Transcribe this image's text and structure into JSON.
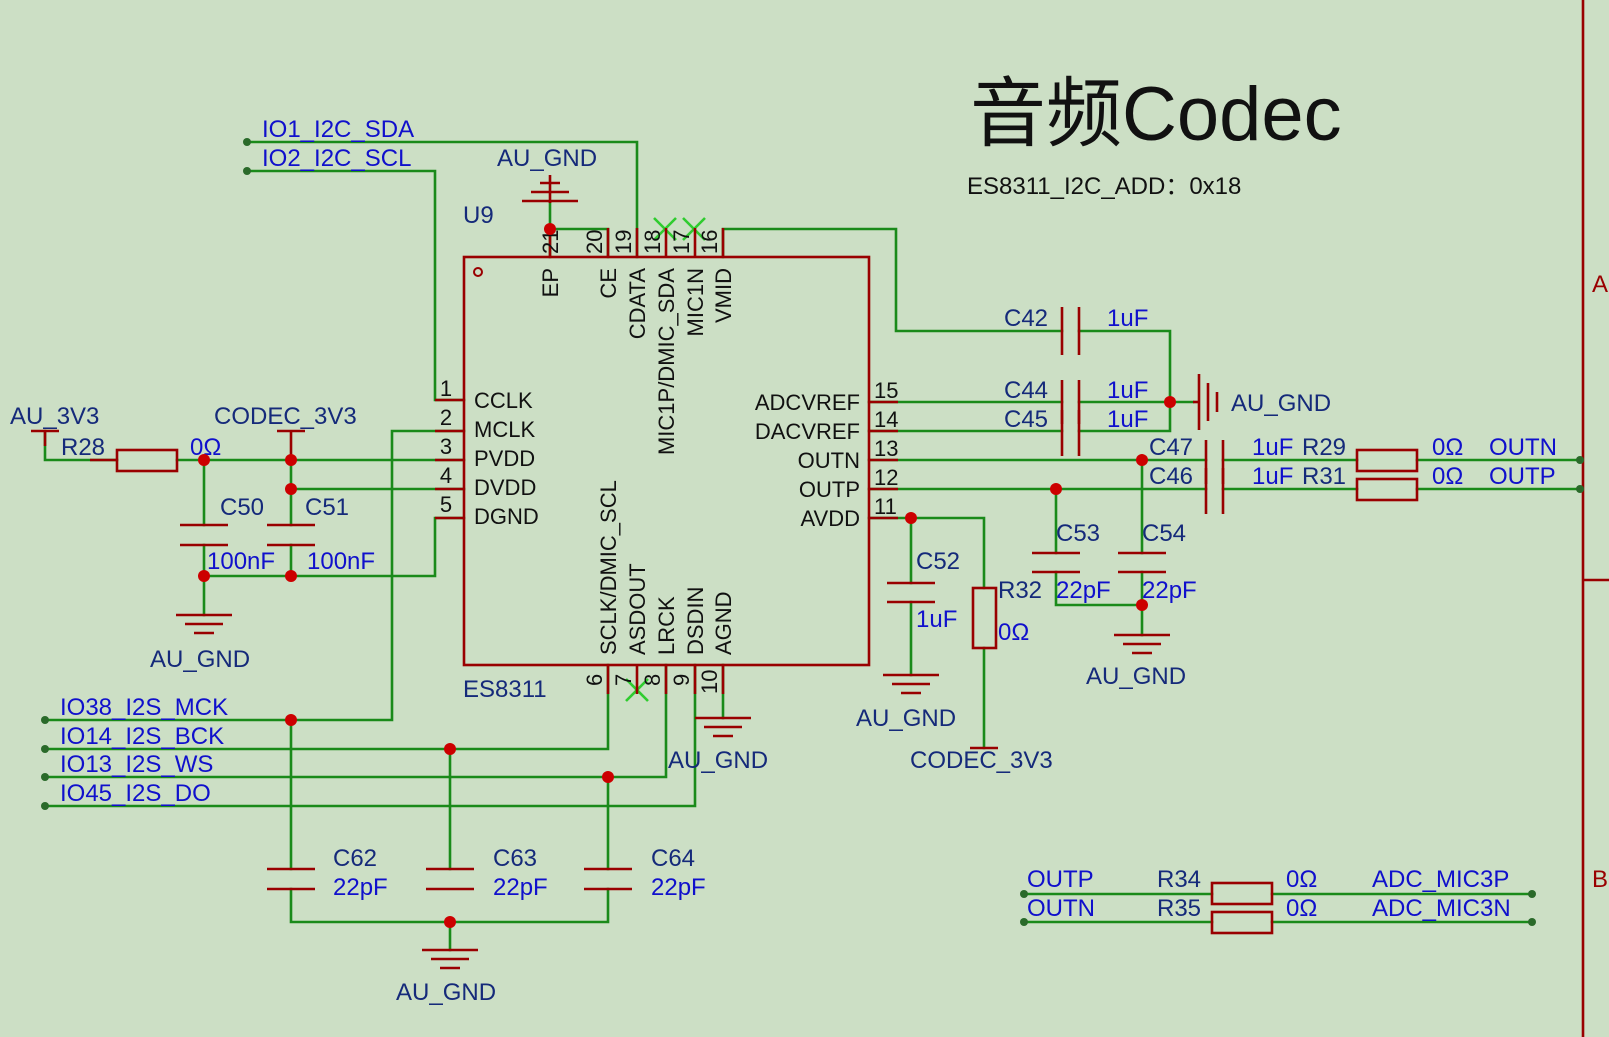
{
  "title": "音频Codec",
  "i2c_addr": "ES8311_I2C_ADD：0x18",
  "chip": {
    "ref": "U9",
    "part": "ES8311",
    "left_pins": [
      {
        "num": "1",
        "name": "CCLK"
      },
      {
        "num": "2",
        "name": "MCLK"
      },
      {
        "num": "3",
        "name": "PVDD"
      },
      {
        "num": "4",
        "name": "DVDD"
      },
      {
        "num": "5",
        "name": "DGND"
      }
    ],
    "right_pins": [
      {
        "num": "15",
        "name": "ADCVREF"
      },
      {
        "num": "14",
        "name": "DACVREF"
      },
      {
        "num": "13",
        "name": "OUTN"
      },
      {
        "num": "12",
        "name": "OUTP"
      },
      {
        "num": "11",
        "name": "AVDD"
      }
    ],
    "top_pins": [
      {
        "num": "21",
        "name": "EP"
      },
      {
        "num": "20",
        "name": "CE"
      },
      {
        "num": "19",
        "name": "CDATA"
      },
      {
        "num": "18",
        "name": "MIC1P/DMIC_SDA"
      },
      {
        "num": "17",
        "name": "MIC1N"
      },
      {
        "num": "16",
        "name": "VMID"
      }
    ],
    "bottom_pins": [
      {
        "num": "6",
        "name": "SCLK/DMIC_SCL"
      },
      {
        "num": "7",
        "name": "ASDOUT"
      },
      {
        "num": "8",
        "name": "LRCK"
      },
      {
        "num": "9",
        "name": "DSDIN"
      },
      {
        "num": "10",
        "name": "AGND"
      }
    ]
  },
  "nets": {
    "sda": "IO1_I2C_SDA",
    "scl": "IO2_I2C_SCL",
    "mck": "IO38_I2S_MCK",
    "bck": "IO14_I2S_BCK",
    "ws": "IO13_I2S_WS",
    "do": "IO45_I2S_DO",
    "au3v3": "AU_3V3",
    "codec3v3_top": "CODEC_3V3",
    "codec3v3_bottom": "CODEC_3V3",
    "outn": "OUTN",
    "outp": "OUTP",
    "outp2": "OUTP",
    "outn2": "OUTN",
    "mic3p": "ADC_MIC3P",
    "mic3n": "ADC_MIC3N"
  },
  "grounds": {
    "top": "AU_GND",
    "left": "AU_GND",
    "bottom_left": "AU_GND",
    "pin10": "AU_GND",
    "c52": "AU_GND",
    "c53c54": "AU_GND",
    "vref": "AU_GND"
  },
  "components": {
    "r28": {
      "ref": "R28",
      "value": "0Ω"
    },
    "c50": {
      "ref": "C50",
      "value": "100nF"
    },
    "c51": {
      "ref": "C51",
      "value": "100nF"
    },
    "c42": {
      "ref": "C42",
      "value": "1uF"
    },
    "c44": {
      "ref": "C44",
      "value": "1uF"
    },
    "c45": {
      "ref": "C45",
      "value": "1uF"
    },
    "c47": {
      "ref": "C47",
      "value": "1uF"
    },
    "c46": {
      "ref": "C46",
      "value": "1uF"
    },
    "r29": {
      "ref": "R29",
      "value": "0Ω"
    },
    "r31": {
      "ref": "R31",
      "value": "0Ω"
    },
    "c52": {
      "ref": "C52",
      "value": "1uF"
    },
    "r32": {
      "ref": "R32",
      "value": "0Ω"
    },
    "c53": {
      "ref": "C53",
      "value": "22pF"
    },
    "c54": {
      "ref": "C54",
      "value": "22pF"
    },
    "c62": {
      "ref": "C62",
      "value": "22pF"
    },
    "c63": {
      "ref": "C63",
      "value": "22pF"
    },
    "c64": {
      "ref": "C64",
      "value": "22pF"
    },
    "r34": {
      "ref": "R34",
      "value": "0Ω"
    },
    "r35": {
      "ref": "R35",
      "value": "0Ω"
    }
  },
  "border": {
    "zone_a": "A",
    "zone_b": "B"
  },
  "colors": {
    "wire": "#1a8a1a",
    "part": "#990000",
    "junction": "#cc0000",
    "net_label": "#1010cc",
    "background": "#ccdfc5"
  }
}
